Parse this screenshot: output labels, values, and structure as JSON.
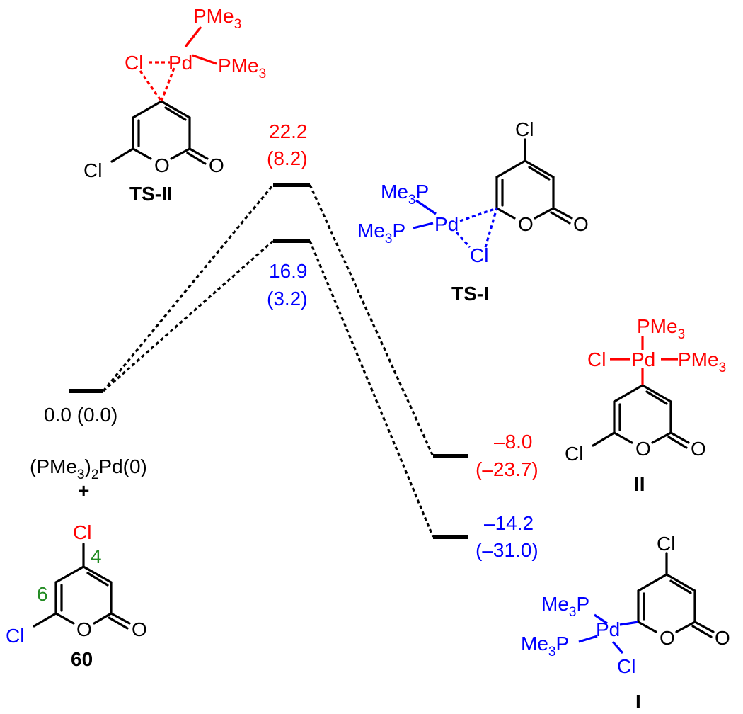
{
  "colors": {
    "black": "#000000",
    "red": "#ff0000",
    "blue": "#0000ff",
    "green": "#228b22"
  },
  "levels": {
    "start": {
      "label": "0.0 (0.0)"
    },
    "ts2": {
      "e1": "22.2",
      "e2": "(8.2)"
    },
    "ts1": {
      "e1": "16.9",
      "e2": "(3.2)"
    },
    "p2": {
      "e1": "–8.0",
      "e2": "(–23.7)"
    },
    "p1": {
      "e1": "–14.2",
      "e2": "(–31.0)"
    }
  },
  "reactants": {
    "pd_prefix": "(PMe",
    "pd_sub": "3",
    "pd_suffix": ")",
    "pd_sub2": "2",
    "pd_rest": "Pd(0)",
    "plus": "+"
  },
  "compound60": {
    "cl_top": "Cl",
    "cl_left": "Cl",
    "num4": "4",
    "num6": "6",
    "o_ring": "O",
    "o_carbonyl": "O",
    "name": "60"
  },
  "ts2": {
    "pme_a": "PMe",
    "pme_b": "PMe",
    "sub": "3",
    "pd": "Pd",
    "cl": "Cl",
    "cl_ring": "Cl",
    "o_ring": "O",
    "o_carbonyl": "O",
    "name": "TS-II"
  },
  "ts1": {
    "cl_top": "Cl",
    "me3p_a": "Me",
    "me3p_b": "Me",
    "sub": "3",
    "p": "P",
    "pd": "Pd",
    "cl": "Cl",
    "o_ring": "O",
    "o_carbonyl": "O",
    "name": "TS-I"
  },
  "prodII": {
    "pme_a": "PMe",
    "pme_b": "PMe",
    "sub": "3",
    "pd": "Pd",
    "cl": "Cl",
    "cl_ring": "Cl",
    "o_ring": "O",
    "o_carbonyl": "O",
    "name": "II"
  },
  "prodI": {
    "cl_top": "Cl",
    "me3p_a": "Me",
    "me3p_b": "Me",
    "sub": "3",
    "p": "P",
    "pd": "Pd",
    "cl": "Cl",
    "o_ring": "O",
    "o_carbonyl": "O",
    "name": "I"
  }
}
